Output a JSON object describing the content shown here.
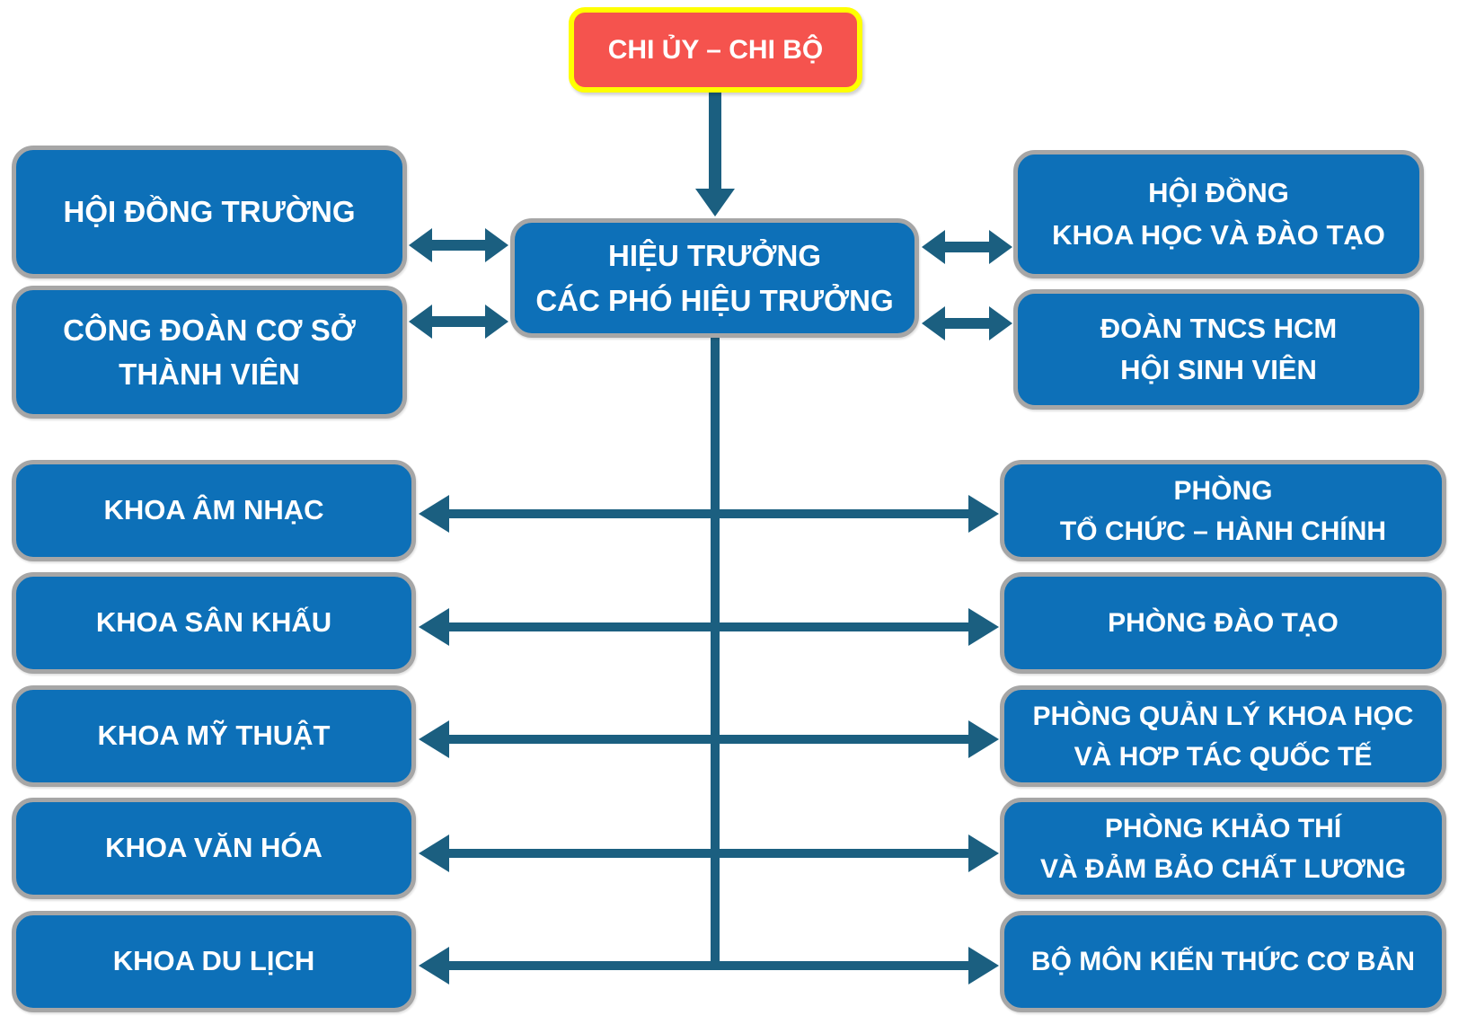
{
  "colors": {
    "box_blue": "#0D70B8",
    "arrow_teal": "#1B5F80",
    "border_gray": "#A6A6A6",
    "root_red": "#F5534E",
    "root_yellow": "#FFFF00",
    "label_white": "#FFFFFF"
  },
  "org_chart": {
    "root": {
      "label": "CHI ỦY – CHI BỘ"
    },
    "executive": {
      "label": "HIỆU TRƯỞNG\nCÁC PHÓ HIỆU TRƯỞNG"
    },
    "left_top": [
      {
        "label": "HỘI ĐỒNG TRƯỜNG"
      },
      {
        "label": "CÔNG ĐOÀN CƠ SỞ\nTHÀNH VIÊN"
      }
    ],
    "right_top": [
      {
        "label": "HỘI ĐỒNG\nKHOA HỌC VÀ ĐÀO TẠO"
      },
      {
        "label": "ĐOÀN TNCS HCM\nHỘI SINH VIÊN"
      }
    ],
    "left_column": [
      {
        "label": "KHOA ÂM NHẠC"
      },
      {
        "label": "KHOA SÂN KHẤU"
      },
      {
        "label": "KHOA MỸ THUẬT"
      },
      {
        "label": "KHOA VĂN HÓA"
      },
      {
        "label": "KHOA DU LỊCH"
      }
    ],
    "right_column": [
      {
        "label": "PHÒNG\nTỔ CHỨC – HÀNH CHÍNH"
      },
      {
        "label": "PHÒNG ĐÀO TẠO"
      },
      {
        "label": "PHÒNG QUẢN LÝ KHOA HỌC\nVÀ HƠP TÁC QUỐC TẾ"
      },
      {
        "label": "PHÒNG KHẢO THÍ\nVÀ ĐẢM BẢO CHẤT LƯƠNG"
      },
      {
        "label": "BỘ MÔN KIẾN THỨC CƠ BẢN"
      }
    ]
  }
}
